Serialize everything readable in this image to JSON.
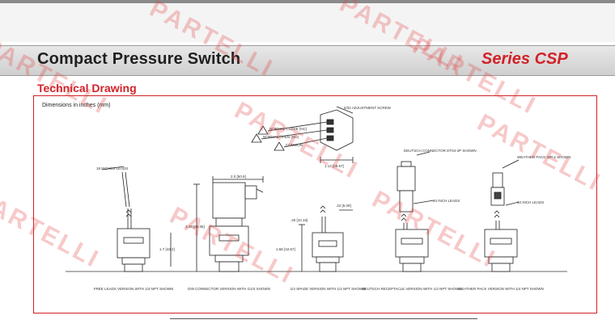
{
  "header": {
    "title": "Compact Pressure Switch",
    "series": "Series CSP"
  },
  "section": {
    "title": "Technical Drawing"
  },
  "drawing": {
    "dimensions_note": "Dimensions in inches (mm)",
    "labels": {
      "adjust_screw": "5/32 ADJUSTMENT SCREW",
      "normal_close": "NORMAL CLOSE (NC)",
      "normal_open": "NORMAL OPEN (NO)",
      "common": "COMMON",
      "dim_hex": "1.13 [28.67]",
      "inches_leads_left": "18 INCHES LEADS",
      "dim_width": "2.0 [50.8]",
      "dim_height": "3.40 [86.36]",
      "dim_body": "1.7 [43.2]",
      "dim_spade_w": ".24 [6.09]",
      "dim_spade_h": ".40 [10.16]",
      "dim_spade_total": "1.68 [42.67]",
      "deutsch_connector": "DEUTSCH CONNECTOR DT04-2P SHOWN",
      "leads_right": "10 INCH LEADS",
      "weather_pack": "WEATHER PACK WP-2 SHOWN",
      "leads_wp": "10 INCH LEADS"
    },
    "captions": {
      "free_leads": "FREE LEADS VERSION WITH 1/4 NPT SHOWN",
      "din": "DIN CONNECTOR VERSION WITH G1/4 SHOWN",
      "spade": "1/4 SPADE VERSION WITH 1/4 NPT SHOWN",
      "deutsch": "DEUTSCH RECEPTACLE VERSION WITH 1/4 NPT SHOWN",
      "weather": "WEATHER PACK VERSION WITH 1/4 NPT SHOWN"
    }
  },
  "watermark": "PARTELLI"
}
